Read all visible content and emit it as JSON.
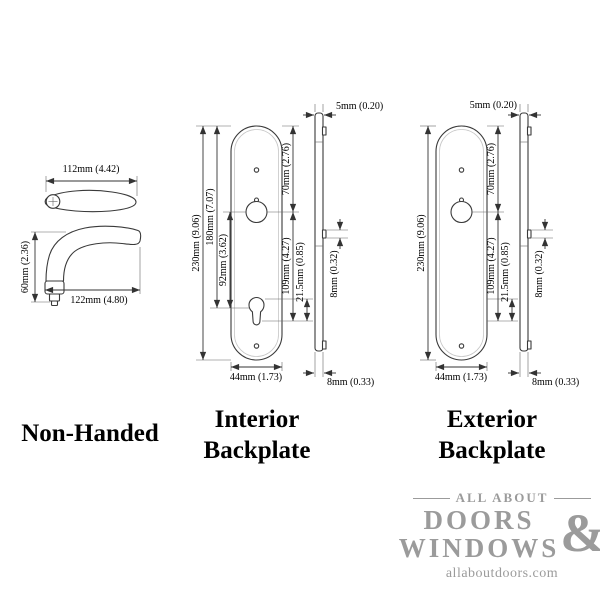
{
  "handle": {
    "caption": "Non-Handed",
    "dim_top_width": "112mm (4.42)",
    "dim_side_width": "122mm (4.80)",
    "dim_height": "60mm (2.36)"
  },
  "interior": {
    "caption_line1": "Interior",
    "caption_line2": "Backplate",
    "dim_height": "230mm (9.06)",
    "dim_top_to_keyhole": "180mm (7.07)",
    "dim_hub_to_keyhole": "92mm (3.62)",
    "dim_top_to_hub": "70mm (2.76)",
    "dim_hub_to_bottom": "109mm (4.27)",
    "dim_keyhole": "21.5mm (0.85)",
    "dim_width": "44mm (1.73)",
    "dim_tab": "8mm (0.32)",
    "dim_strip_thickness": "5mm (0.20)",
    "dim_strip_width": "8mm (0.33)"
  },
  "exterior": {
    "caption_line1": "Exterior",
    "caption_line2": "Backplate",
    "dim_height": "230mm (9.06)",
    "dim_top_to_hub": "70mm (2.76)",
    "dim_hub_to_bottom": "109mm (4.27)",
    "dim_keyhole": "21.5mm (0.85)",
    "dim_width": "44mm (1.73)",
    "dim_tab": "8mm (0.32)",
    "dim_strip_thickness": "5mm (0.20)",
    "dim_strip_width": "8mm (0.33)"
  },
  "logo": {
    "top": "ALL ABOUT",
    "main1": "DOORS",
    "ampersand": "&",
    "main2": "WINDOWS",
    "url": "allaboutdoors.com",
    "color": "#9b9b9b"
  }
}
